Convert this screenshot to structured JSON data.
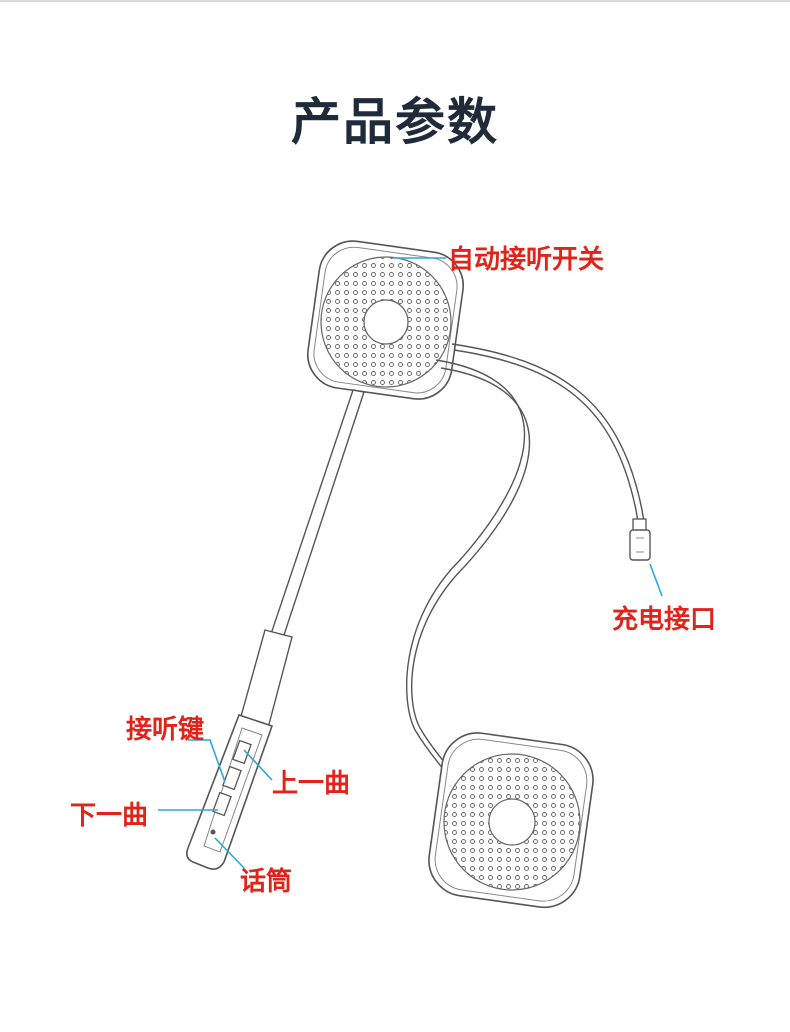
{
  "title": "产品参数",
  "colors": {
    "outline": "#555555",
    "callout_text": "#e2231a",
    "leader_line": "#2aa6dd",
    "title": "#1f2b3a"
  },
  "callouts": [
    {
      "id": "auto-answer-switch",
      "text": "自动接听开关"
    },
    {
      "id": "charging-port",
      "text": "充电接口"
    },
    {
      "id": "answer-key",
      "text": "接听键"
    },
    {
      "id": "previous-track",
      "text": "上一曲"
    },
    {
      "id": "next-track",
      "text": "下一曲"
    },
    {
      "id": "microphone",
      "text": "话筒"
    }
  ]
}
